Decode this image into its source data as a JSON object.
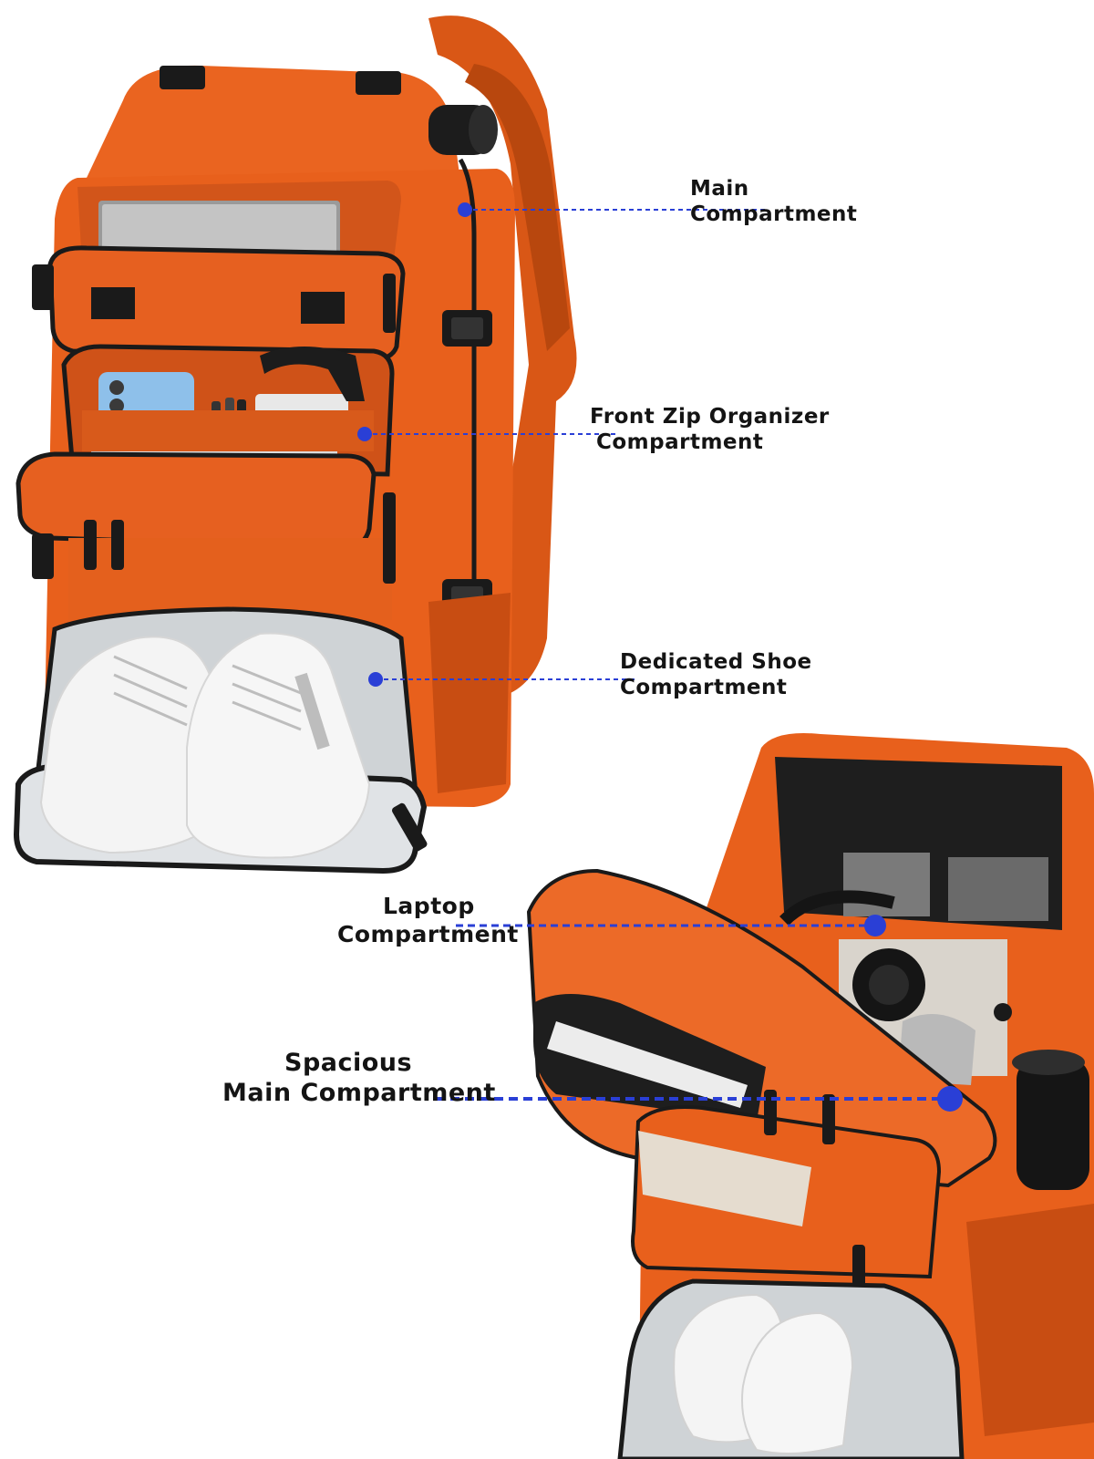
{
  "colors": {
    "backpack_orange": "#e8601c",
    "backpack_orange_dark": "#c44a10",
    "backpack_orange_light": "#f27a36",
    "zipper_black": "#1a1a1a",
    "lining_silver": "#cfd3d6",
    "callout_blue": "#2a3fd6",
    "text_dark": "#141414"
  },
  "scene": {
    "description_objects": [
      "orange-travel-backpack-front-view",
      "orange-travel-backpack-open-view",
      "white-sneakers",
      "laptop",
      "phone",
      "headphones",
      "water-bottle",
      "books"
    ]
  },
  "callouts": {
    "main": {
      "line1": "Main",
      "line2": "Compartment"
    },
    "front_zip": {
      "line1": "Front Zip Organizer",
      "line2": "Compartment"
    },
    "shoe": {
      "line1": "Dedicated Shoe",
      "line2": "Compartment"
    },
    "laptop": {
      "line1": "Laptop",
      "line2": "Compartment"
    },
    "spacious": {
      "line1": "Spacious",
      "line2": "Main Compartment"
    }
  }
}
